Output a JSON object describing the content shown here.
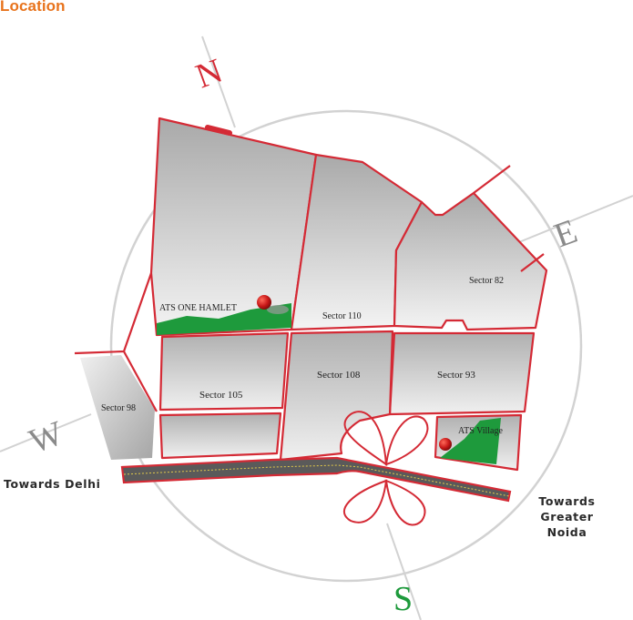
{
  "page": {
    "title": "Location"
  },
  "compass": {
    "north": "N",
    "east": "E",
    "south": "S",
    "west": "W",
    "colors": {
      "north": "#d42a35",
      "east": "#8a8a8a",
      "south": "#1e9a3c",
      "west": "#8a8a8a",
      "ring": "#cfcfcf"
    }
  },
  "map": {
    "sectors": [
      {
        "id": "sector-110",
        "label": "Sector 110"
      },
      {
        "id": "sector-82",
        "label": "Sector 82"
      },
      {
        "id": "sector-93",
        "label": "Sector 93"
      },
      {
        "id": "sector-108",
        "label": "Sector 108"
      },
      {
        "id": "sector-105",
        "label": "Sector 105"
      },
      {
        "id": "sector-98",
        "label": "Sector 98"
      }
    ],
    "landmarks": [
      {
        "id": "ats-one-hamlet",
        "label": "ATS ONE HAMLET"
      },
      {
        "id": "ats-village",
        "label": "ATS Village"
      }
    ],
    "directions": {
      "west": "Towards Delhi",
      "east_line1": "Towards Greater",
      "east_line2": "Noida"
    },
    "colors": {
      "boundary": "#d42a35",
      "sector_fill_top": "#a9a9a9",
      "sector_fill_bottom": "#f4f4f4",
      "green": "#1e9a3c",
      "marker": "#d42020",
      "road": "#5a5a5a",
      "road_center": "#e0c84a"
    }
  }
}
